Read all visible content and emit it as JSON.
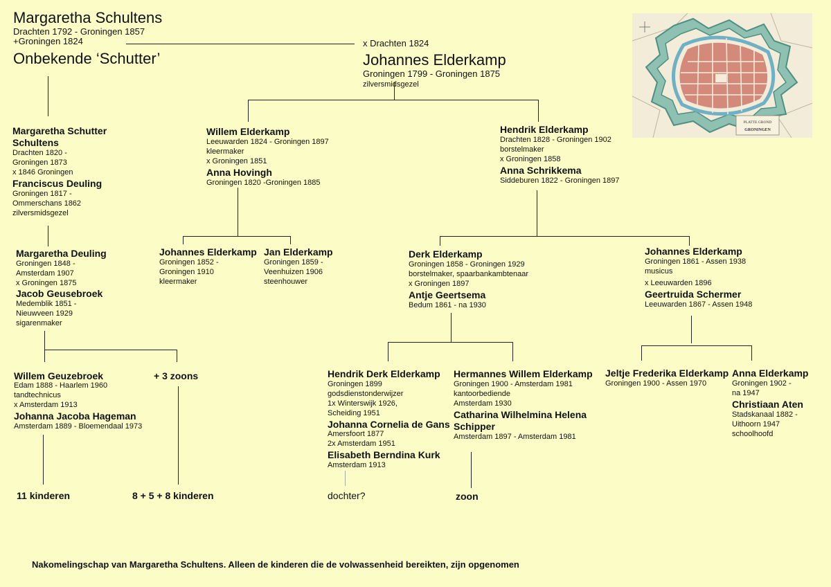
{
  "root": {
    "name": "Margaretha Schultens",
    "life": "Drachten 1792 - Groningen 1857",
    "death": "+Groningen 1824",
    "partner": "Onbekende ‘Schutter’"
  },
  "marriage": "x Drachten 1824",
  "husband": {
    "name": "Johannes Elderkamp",
    "life": "Groningen 1799 - Groningen 1875",
    "occupation": "zilversmidsgezel"
  },
  "gen1": {
    "margaretha": {
      "name1": "Margaretha Schutter",
      "name2": "Schultens",
      "l1": "Drachten 1820 -",
      "l2": "Groningen 1873",
      "l3": "x 1846 Groningen",
      "spouse": "Franciscus Deuling",
      "s1": "Groningen 1817 -",
      "s2": "Ommerschans 1862",
      "s3": "zilversmidsgezel"
    },
    "willem": {
      "name": "Willem Elderkamp",
      "l1": "Leeuwarden 1824 - Groningen 1897",
      "l2": "kleermaker",
      "l3": "x Groningen 1851",
      "spouse": "Anna Hovingh",
      "s1": "Groningen 1820 -Groningen 1885"
    },
    "hendrik": {
      "name": "Hendrik Elderkamp",
      "l1": "Drachten 1828 - Groningen 1902",
      "l2": "borstelmaker",
      "l3": "x Groningen 1858",
      "spouse": "Anna Schrikkema",
      "s1": "Siddeburen 1822 - Groningen 1897"
    }
  },
  "gen2": {
    "mdeuling": {
      "name": "Margaretha Deuling",
      "l1": "Groningen 1848 -",
      "l2": "Amsterdam 1907",
      "l3": "x Groningen 1875",
      "spouse": "Jacob Geusebroek",
      "s1": "Medemblik 1851 -",
      "s2": "Nieuwveen 1929",
      "s3": "sigarenmaker"
    },
    "johannes1": {
      "name": "Johannes Elderkamp",
      "l1": "Groningen 1852 -",
      "l2": "Groningen 1910",
      "l3": "kleermaker"
    },
    "jan": {
      "name": "Jan Elderkamp",
      "l1": "Groningen 1859 -",
      "l2": "Veenhuizen 1906",
      "l3": "steenhouwer"
    },
    "derk": {
      "name": "Derk Elderkamp",
      "l1": "Groningen 1858 - Groningen 1929",
      "l2": "borstelmaker, spaarbankambtenaar",
      "l3": "x Groningen 1897",
      "spouse": "Antje Geertsema",
      "s1": "Bedum 1861 - na 1930"
    },
    "johannes2": {
      "name": "Johannes Elderkamp",
      "l1": "Groningen 1861 - Assen 1938",
      "l2": "musicus",
      "l3": "x Leeuwarden 1896",
      "spouse": "Geertruida Schermer",
      "s1": "Leeuwarden 1867 - Assen 1948"
    }
  },
  "gen3": {
    "willem": {
      "name": "Willem Geuzebroek",
      "l1": "Edam 1888 - Haarlem 1960",
      "l2": "tandtechnicus",
      "l3": "x Amsterdam 1913",
      "spouse": "Johanna Jacoba Hageman",
      "s1": "Amsterdam 1889 -  Bloemendaal 1973"
    },
    "zoons": "+ 3 zoons",
    "hendrikderk": {
      "name": "Hendrik Derk Elderkamp",
      "l1": "Groningen 1899",
      "l2": "godsdienstonderwijzer",
      "l3": "1x Winterswijk 1926,",
      "l4": "Scheiding 1951",
      "spouse1": "Johanna Cornelia de Gans",
      "s1a": "Amersfoort 1877",
      "s1b": "2x Amsterdam 1951",
      "spouse2": "Elisabeth Berndina Kurk",
      "s2a": "Amsterdam 1913"
    },
    "hermannes": {
      "name": "Hermannes Willem Elderkamp",
      "l1": "Groningen 1900 - Amsterdam 1981",
      "l2": "kantoorbediende",
      "l3": "Amsterdam 1930",
      "spouse1": "Catharina Wilhelmina Helena",
      "spouse2": "Schipper",
      "s1": "Amsterdam 1897 - Amsterdam 1981"
    },
    "jeltje": {
      "name": "Jeltje Frederika Elderkamp",
      "l1": "Groningen 1900 - Assen 1970"
    },
    "anna": {
      "name": "Anna Elderkamp",
      "l1": "Groningen 1902 -",
      "l2": "na 1947",
      "spouse": "Christiaan Aten",
      "s1": "Stadskanaal 1882 -",
      "s2": "Uithoorn 1947",
      "s3": "schoolhoofd"
    }
  },
  "gen4": {
    "k11": "11 kinderen",
    "k8": "8 + 5 + 8 kinderen",
    "dochter": "dochter?",
    "zoon": "zoon"
  },
  "map": {
    "title": "PLATTE GROND",
    "city": "GRONINGEN"
  },
  "caption": "Nakomelingschap van Margaretha Schultens. Alleen de kinderen die de volwassenheid bereikten, zijn opgenomen",
  "colors": {
    "background": "#fcfcc6",
    "lines": "#222222",
    "map_bastion": "#7fb5a8",
    "map_city": "#c96a5c"
  }
}
